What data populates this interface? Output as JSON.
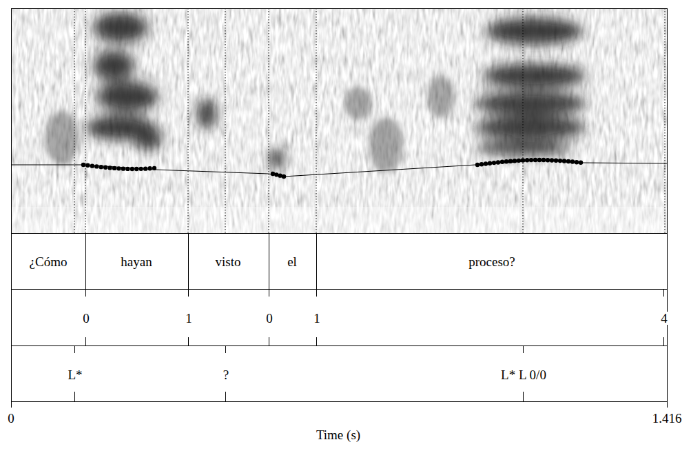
{
  "diagram": {
    "labels": [
      "¿Cómo",
      "hayan",
      "visto",
      "el",
      "proceso?",
      "0",
      "1",
      "0",
      "1",
      "4",
      "L*",
      "?",
      "L* L 0/0",
      "0",
      "1.416",
      "Time (s)"
    ]
  }
}
